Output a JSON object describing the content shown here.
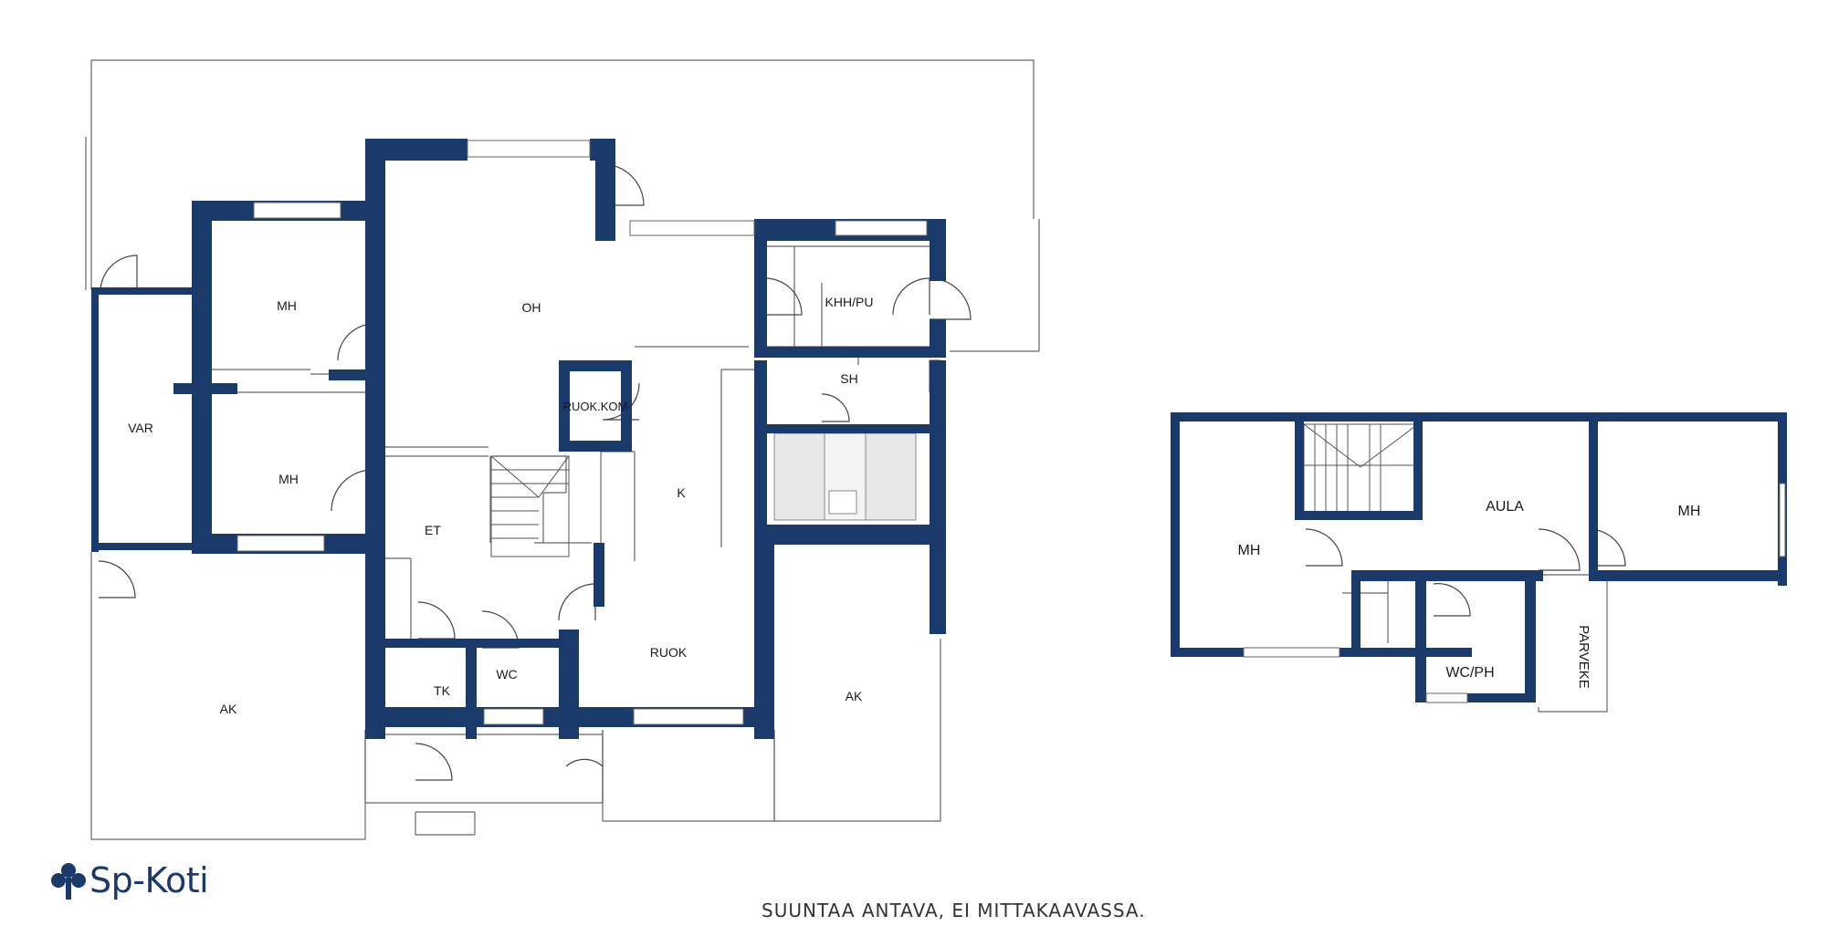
{
  "brand": {
    "name": "Sp-Koti",
    "color": "#1a3a6b",
    "icon": "clover-icon"
  },
  "disclaimer": "SUUNTAA ANTAVA, EI MITTAKAAVASSA.",
  "floor1": {
    "rooms": {
      "mh1": "MH",
      "oh": "OH",
      "var": "VAR",
      "mh2": "MH",
      "ruokkom": "RUOK.KOM",
      "k": "K",
      "et": "ET",
      "khh": "KHH/PU",
      "sh": "SH",
      "ruok": "RUOK",
      "tk": "TK",
      "wc": "WC",
      "ak1": "AK",
      "ak2": "AK"
    }
  },
  "floor2": {
    "rooms": {
      "aula": "AULA",
      "mh1": "MH",
      "mh2": "MH",
      "wcph": "WC/PH",
      "parveke": "PARVEKE"
    }
  },
  "colors": {
    "wall": "#1a3a6b",
    "line": "#555555"
  }
}
